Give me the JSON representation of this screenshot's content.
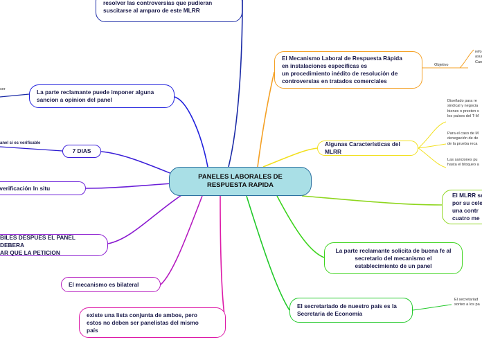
{
  "center": {
    "title": "PANELES LABORALES DE\nRESPUESTA RAPIDA"
  },
  "right": {
    "mecanismo": {
      "text": "El Mecanismo Laboral de Respuesta Rápida\nen instalaciones especificas es\nun procedimiento inédito de resolución de\ncontroversias en tratados comerciales",
      "objetivo_label": "Objetivo",
      "objetivo_text": "refo\nasun\nCan"
    },
    "caracteristicas": {
      "text": "Algunas Características del MLRR",
      "notes": [
        "Diseñado para re\nsindical y negocia\nbienes o presten s\nlos países del T-M",
        "Para el caso de M\ndenegación de de\nde la prueba reca",
        "Las sanciones pu\nhasta el bloqueo a"
      ]
    },
    "celebracion": {
      "text": "El MLRR se\npor su cele\n una contr\ncuatro me"
    },
    "solicita": {
      "text": "La parte reclamante solicita de buena fe al\nsecretario del mecanismo  el\nestablecimiento de un panel"
    },
    "secretariado": {
      "text": "El secretariado de nuestro país es la\nSecretaria de Economía",
      "note": "El secretariad\nsorteo a los pa"
    }
  },
  "left": {
    "top": {
      "text": "resolver las controversias que pudieran\nsuscitarse al amparo de este MLRR"
    },
    "sancion": {
      "text": "La parte reclamante puede imponer alguna\nsancion    a opinion del panel",
      "side": "ser"
    },
    "dias": {
      "text": "7 DIAS",
      "side": "anel si es verificable"
    },
    "verificacion": {
      "text": "o de verificación In situ"
    },
    "habiles": {
      "text": "BILES DESPUES EL PANEL DEBERA\nAR QUE LA PETICION"
    },
    "bilateral": {
      "text": "El mecanismo es bilateral"
    },
    "lista": {
      "text": "existe una lista conjunta de ambos, pero\nestos no deben ser panelistas del mismo\npaís"
    }
  },
  "colors": {
    "center_fill": "#a9dfe6",
    "orange": "#f4a024",
    "yellow": "#f2e01e",
    "green": "#22c92a",
    "blue": "#2222dd",
    "violet": "#7a1ed8",
    "magenta": "#dd1aa8",
    "navy": "#1a2aa6"
  }
}
